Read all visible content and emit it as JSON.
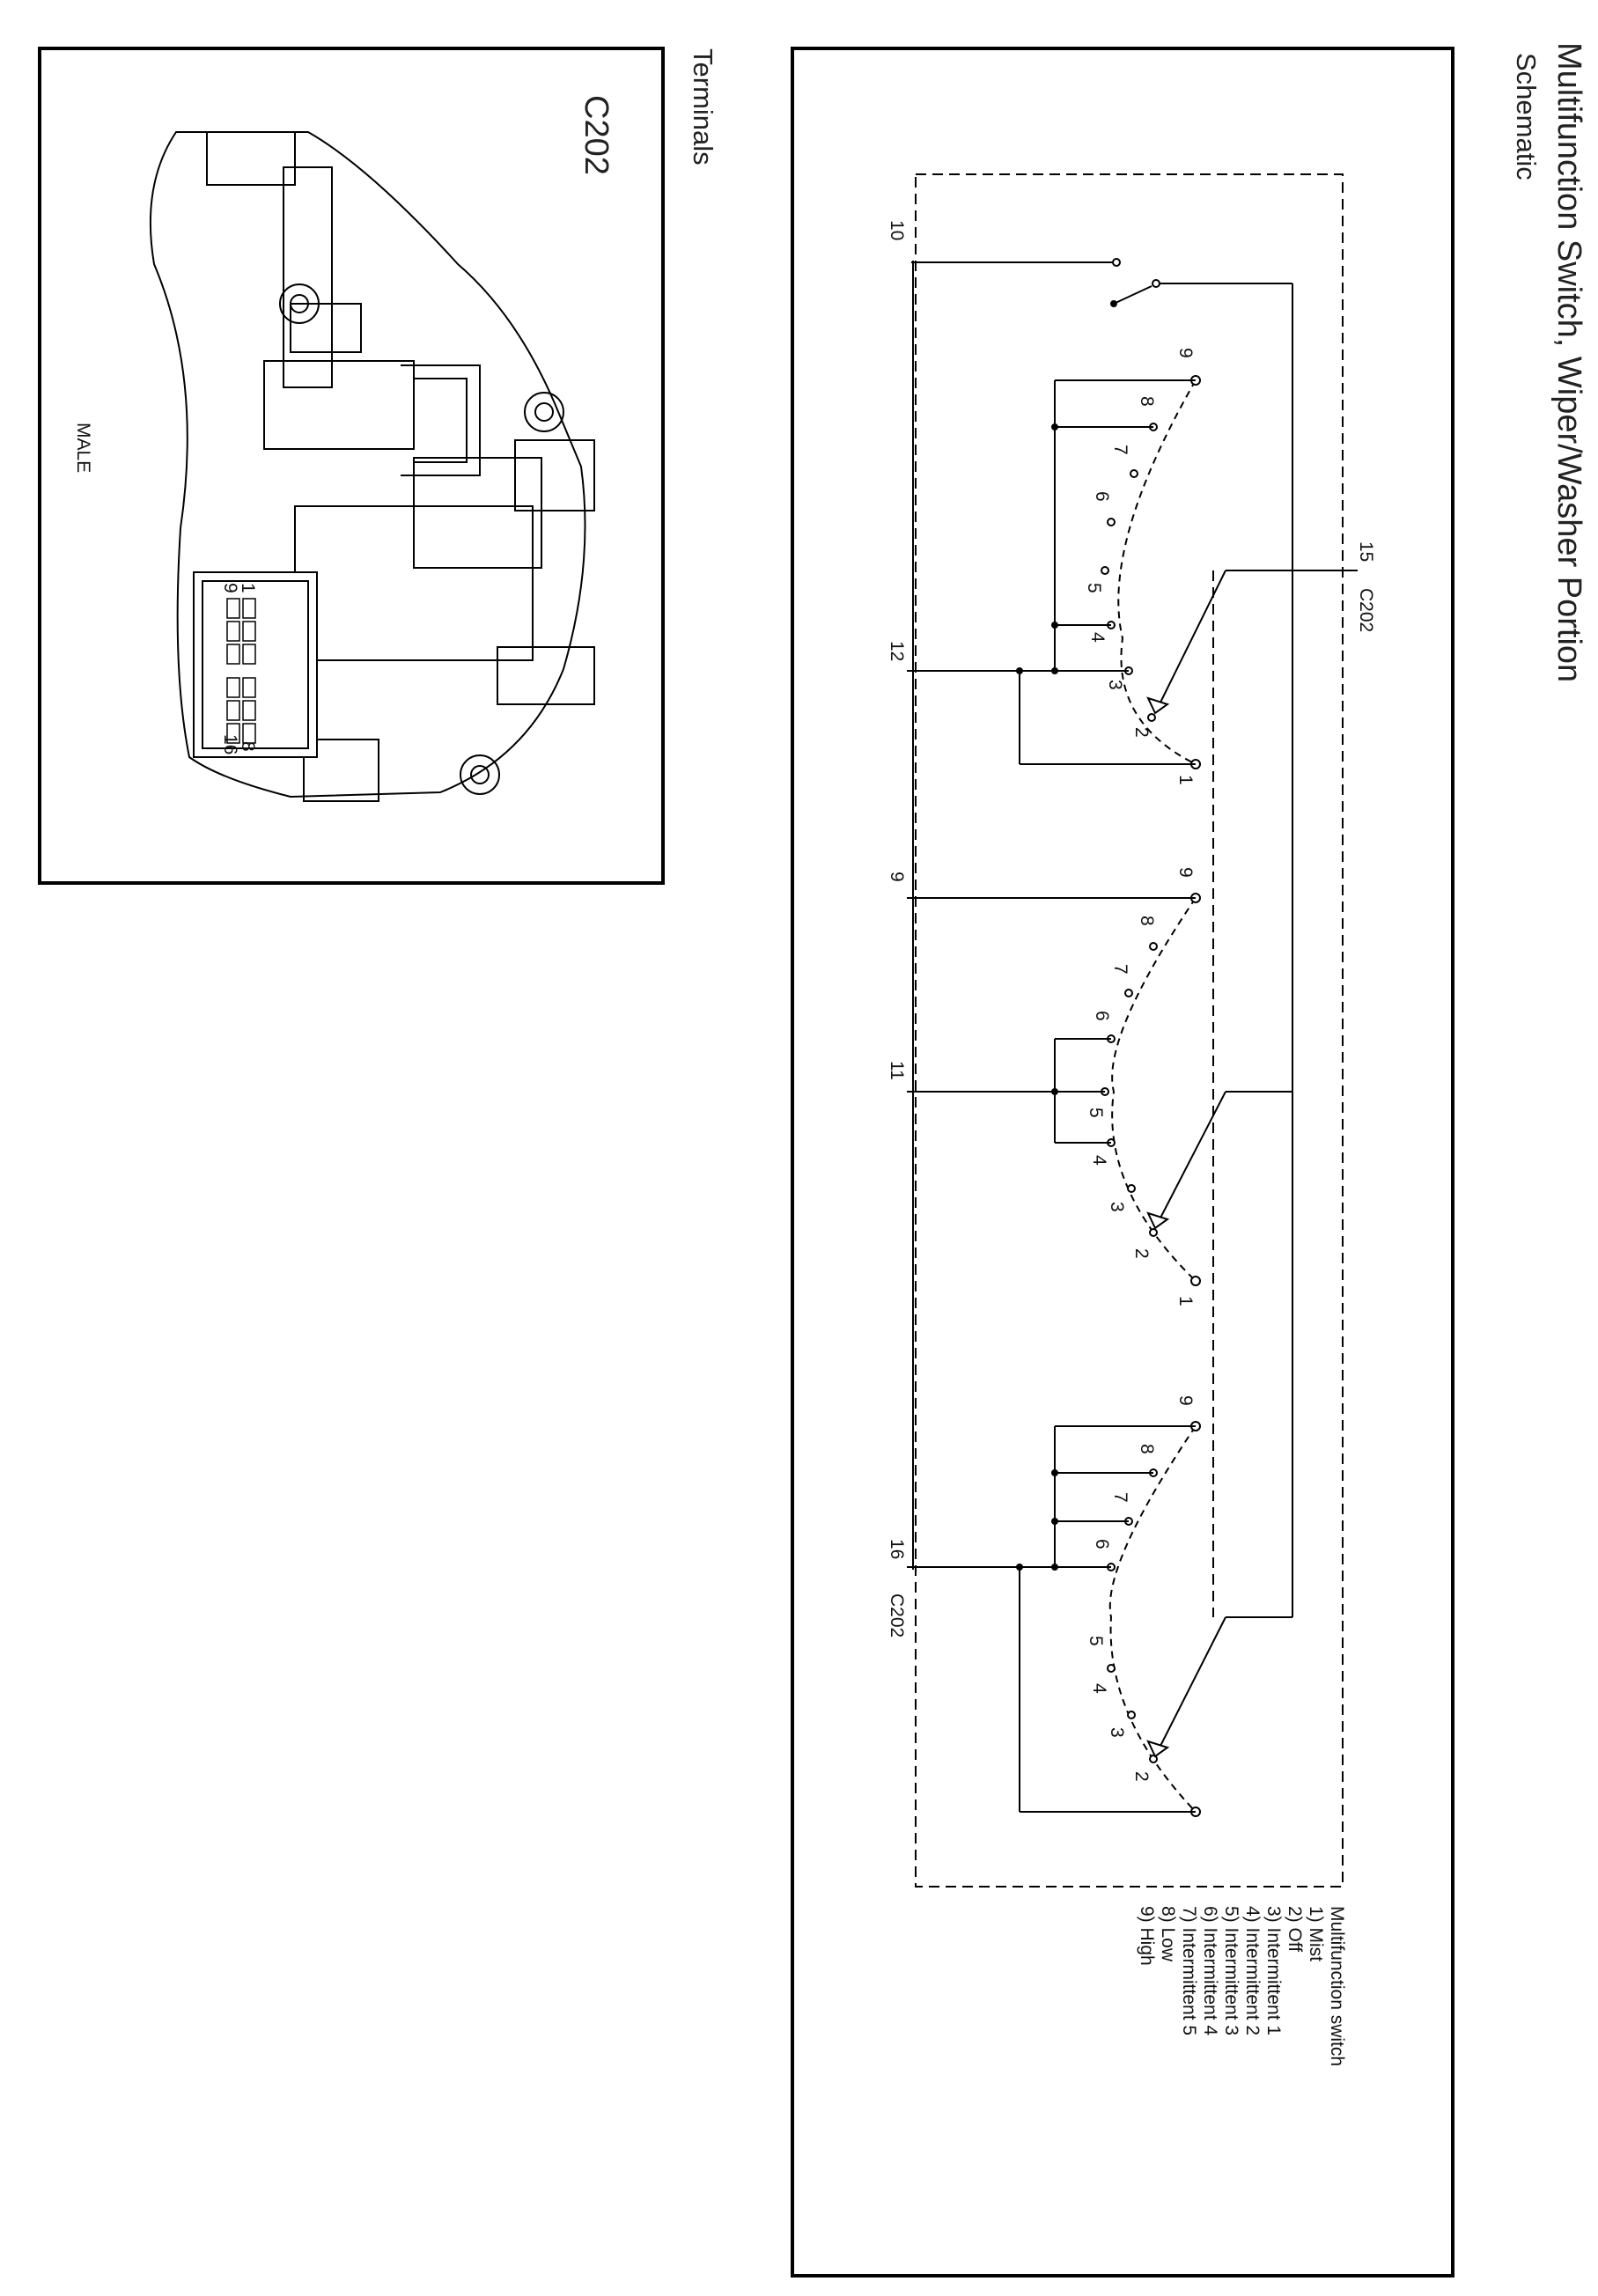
{
  "header": {
    "title": "Multifunction Switch, Wiper/Washer Portion",
    "subtitle": "Schematic"
  },
  "schematic": {
    "connector_labels": [
      "C202",
      "C202"
    ],
    "terminals": [
      "15",
      "10",
      "12",
      "9",
      "11",
      "16"
    ],
    "position_numbers": [
      "1",
      "2",
      "3",
      "4",
      "5",
      "6",
      "7",
      "8",
      "9"
    ],
    "legend": {
      "title": "Multifunction switch",
      "items": [
        "1)  Mist",
        "2)  Off",
        "3)  Intermittent 1",
        "4)  Intermittent 2",
        "5)  Intermittent 3",
        "6)  Intermittent 4",
        "7)  Intermittent 5",
        "8)  Low",
        "9)  High"
      ]
    }
  },
  "terminals_view": {
    "heading": "Terminals",
    "connector": "C202",
    "gender": "MALE",
    "pin_labels": [
      "1",
      "9",
      "8",
      "16"
    ]
  }
}
